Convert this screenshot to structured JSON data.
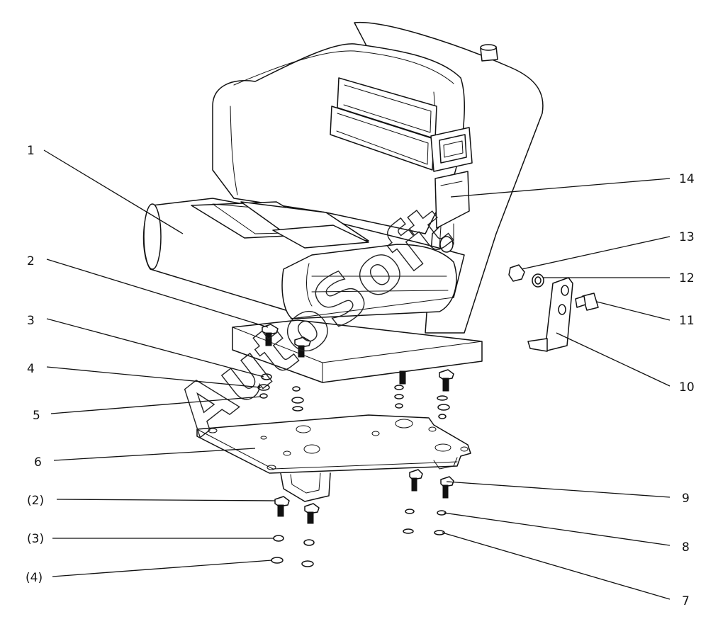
{
  "diagram": {
    "watermark": "AutoSoft",
    "callouts": [
      {
        "id": "c1",
        "text": "1"
      },
      {
        "id": "c2",
        "text": "2"
      },
      {
        "id": "c3",
        "text": "3"
      },
      {
        "id": "c4",
        "text": "4"
      },
      {
        "id": "c5",
        "text": "5"
      },
      {
        "id": "c6",
        "text": "6"
      },
      {
        "id": "c2b",
        "text": "(2)"
      },
      {
        "id": "c3b",
        "text": "(3)"
      },
      {
        "id": "c4b",
        "text": "(4)"
      },
      {
        "id": "c7",
        "text": "7"
      },
      {
        "id": "c8",
        "text": "8"
      },
      {
        "id": "c9",
        "text": "9"
      },
      {
        "id": "c10",
        "text": "10"
      },
      {
        "id": "c11",
        "text": "11"
      },
      {
        "id": "c12",
        "text": "12"
      },
      {
        "id": "c13",
        "text": "13"
      },
      {
        "id": "c14",
        "text": "14"
      }
    ]
  }
}
